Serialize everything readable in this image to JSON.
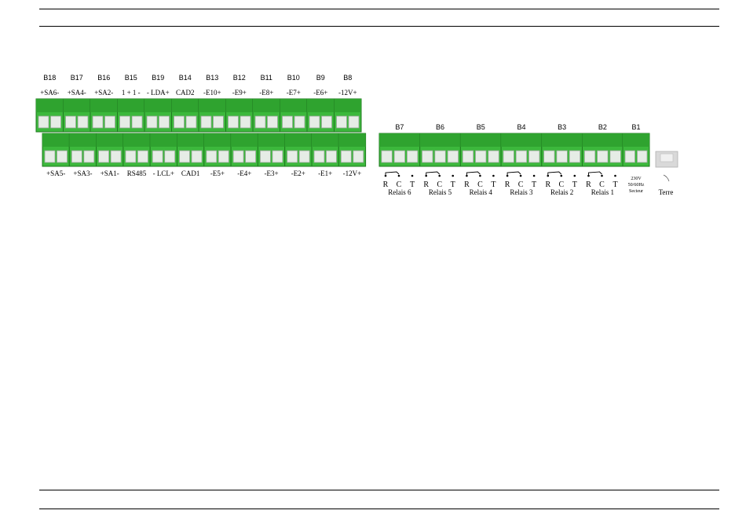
{
  "top_connectors": [
    {
      "id": "B18",
      "label": "+SA6-"
    },
    {
      "id": "B17",
      "label": "+SA4-"
    },
    {
      "id": "B16",
      "label": "+SA2-"
    },
    {
      "id": "B15",
      "label": "1 + 1 -"
    },
    {
      "id": "B19",
      "label": "- LDA+"
    },
    {
      "id": "B14",
      "label": "CAD2"
    },
    {
      "id": "B13",
      "label": "-E10+"
    },
    {
      "id": "B12",
      "label": "-E9+"
    },
    {
      "id": "B11",
      "label": "-E8+"
    },
    {
      "id": "B10",
      "label": "-E7+"
    },
    {
      "id": "B9",
      "label": "-E6+"
    },
    {
      "id": "B8",
      "label": "-12V+"
    }
  ],
  "bottom_connectors": [
    {
      "label": "+SA5-"
    },
    {
      "label": "+SA3-"
    },
    {
      "label": "+SA1-"
    },
    {
      "label": "RS485"
    },
    {
      "label": "- LCL+"
    },
    {
      "label": "CAD1"
    },
    {
      "label": "-E5+"
    },
    {
      "label": "-E4+"
    },
    {
      "label": "-E3+"
    },
    {
      "label": "-E2+"
    },
    {
      "label": "-E1+"
    },
    {
      "label": "-12V+"
    }
  ],
  "relay_connectors": [
    {
      "id": "B7",
      "pins": [
        "R",
        "C",
        "T"
      ],
      "label": "Relais 6"
    },
    {
      "id": "B6",
      "pins": [
        "R",
        "C",
        "T"
      ],
      "label": "Relais 5"
    },
    {
      "id": "B5",
      "pins": [
        "R",
        "C",
        "T"
      ],
      "label": "Relais 4"
    },
    {
      "id": "B4",
      "pins": [
        "R",
        "C",
        "T"
      ],
      "label": "Relais 3"
    },
    {
      "id": "B3",
      "pins": [
        "R",
        "C",
        "T"
      ],
      "label": "Relais 2"
    },
    {
      "id": "B2",
      "pins": [
        "R",
        "C",
        "T"
      ],
      "label": "Relais 1"
    }
  ],
  "power_connector": {
    "id": "B1",
    "lines": [
      "230V",
      "50/60Hz",
      "Secteur"
    ]
  },
  "earth": {
    "label": "Terre"
  },
  "colors": {
    "green": "#3cb83c",
    "green_dark": "#1f7a1f",
    "slot": "#e6ece6"
  }
}
